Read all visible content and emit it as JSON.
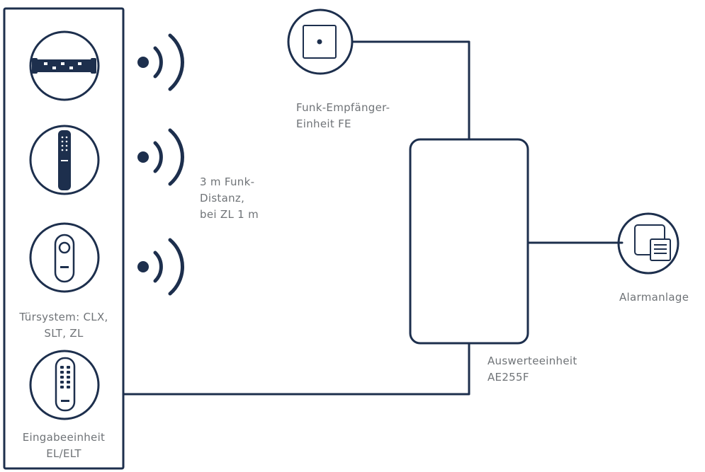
{
  "colors": {
    "line": "#1d2f4d",
    "text": "#6f7377",
    "background": "#ffffff"
  },
  "labels": {
    "tuersystem": [
      "Türsystem: CLX,",
      "SLT, ZL"
    ],
    "eingabe": [
      "Eingabeeinheit",
      "EL/ELT"
    ],
    "distance": [
      "3 m Funk-",
      "Distanz,",
      "bei ZL 1 m"
    ],
    "fe": [
      "Funk-Empfänger-",
      "Einheit FE"
    ],
    "ae": [
      "Auswerteeinheit",
      "AE255F"
    ],
    "alarm": "Alarmanlage"
  },
  "icons": {
    "device1": "cylinder-lock-icon",
    "device2": "long-door-handle-icon",
    "device3": "door-fitting-icon",
    "device4": "keypad-unit-icon",
    "fe": "radio-receiver-icon",
    "alarm": "alarm-panel-icon",
    "signal": "radio-waves-icon"
  }
}
